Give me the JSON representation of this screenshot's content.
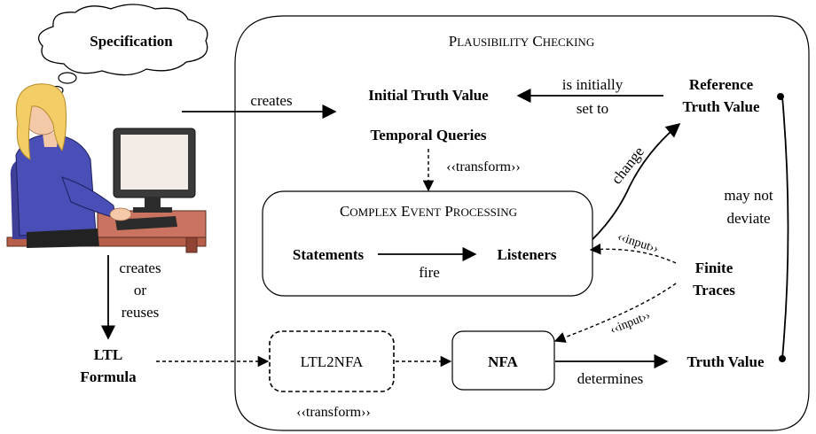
{
  "diagram": {
    "specification": "Specification",
    "plausibility_title": {
      "first": "P",
      "rest": "LAUSIBILITY",
      "space": " ",
      "first2": "C",
      "rest2": "HECKING"
    },
    "cep_title": {
      "first": "C",
      "rest": "OMPLEX",
      "first2": "E",
      "rest2": "VENT",
      "first3": "P",
      "rest3": "ROCESSING"
    },
    "initial_truth_value": "Initial Truth Value",
    "temporal_queries": "Temporal Queries",
    "reference_truth_value_line1": "Reference",
    "reference_truth_value_line2": "Truth Value",
    "is_initially_line1": "is initially",
    "is_initially_line2": "set to",
    "creates_top": "creates",
    "transform_top": "‹‹transform››",
    "change": "change",
    "may_not_line1": "may not",
    "may_not_line2": "deviate",
    "statements": "Statements",
    "fire": "fire",
    "listeners": "Listeners",
    "input_top": "‹‹input››",
    "input_bottom": "‹‹input››",
    "finite_traces_line1": "Finite",
    "finite_traces_line2": "Traces",
    "creates_line1": "creates",
    "creates_line2": "or",
    "creates_line3": "reuses",
    "ltl_formula_line1": "LTL",
    "ltl_formula_line2": "Formula",
    "ltl2nfa": "LTL2NFA",
    "nfa": "NFA",
    "determines": "determines",
    "truth_value": "Truth Value",
    "transform_bottom": "‹‹transform››"
  }
}
